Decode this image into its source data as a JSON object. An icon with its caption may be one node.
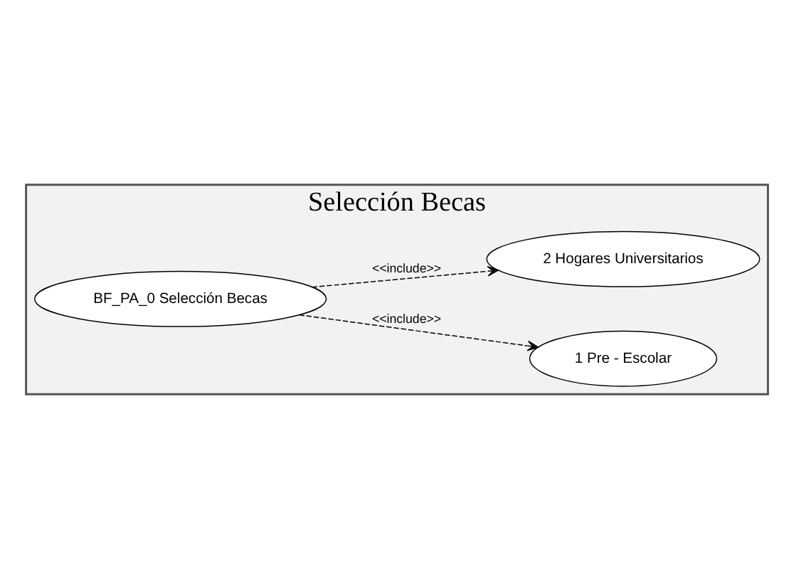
{
  "diagram": {
    "nodes": [
      {
        "text": [
          "Selección Becas"
        ]
      },
      {
        "text": [
          "BF_PA_0 Selección Becas"
        ],
        "in": 0
      },
      {
        "text": [
          "1 Pre - Escolar"
        ],
        "in": 0
      },
      {
        "text": [
          "2 Hogares Universitarios"
        ],
        "in": 0
      }
    ],
    "edges": [
      {
        "from": 1,
        "to": 2,
        "arrow": "to",
        "style": "dashed",
        "label": "<<include>>"
      },
      {
        "from": 1,
        "to": 3,
        "arrow": "to",
        "style": "dashed",
        "label": "<<include>>"
      }
    ]
  }
}
